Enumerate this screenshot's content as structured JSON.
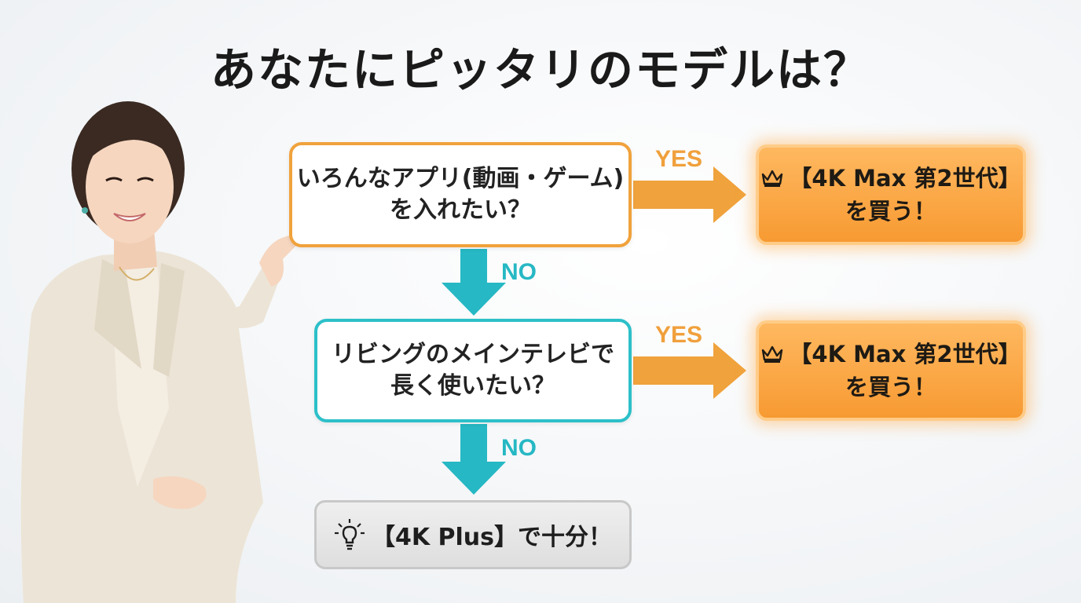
{
  "title": "あなたにピッタリのモデルは？",
  "questions": [
    {
      "line1": "いろんなアプリ(動画・ゲーム)",
      "line2": "を入れたい？"
    },
    {
      "line1": "リビングのメインテレビで",
      "line2": "長く使いたい？"
    }
  ],
  "results": [
    {
      "line1": "【4K Max 第2世代】",
      "line2": "を買う！"
    },
    {
      "line1": "【4K Max 第2世代】",
      "line2": "を買う！"
    }
  ],
  "final": {
    "text": "【4K Plus】で十分！"
  },
  "labels": {
    "yes": "YES",
    "no": "NO"
  },
  "icons": {
    "result": "crown-icon",
    "final": "lightbulb-icon"
  },
  "colors": {
    "orange_accent": "#f0a23c",
    "teal_accent": "#2cc0c9",
    "result_fill": "#f79a32",
    "final_fill": "#e4e4e4"
  }
}
